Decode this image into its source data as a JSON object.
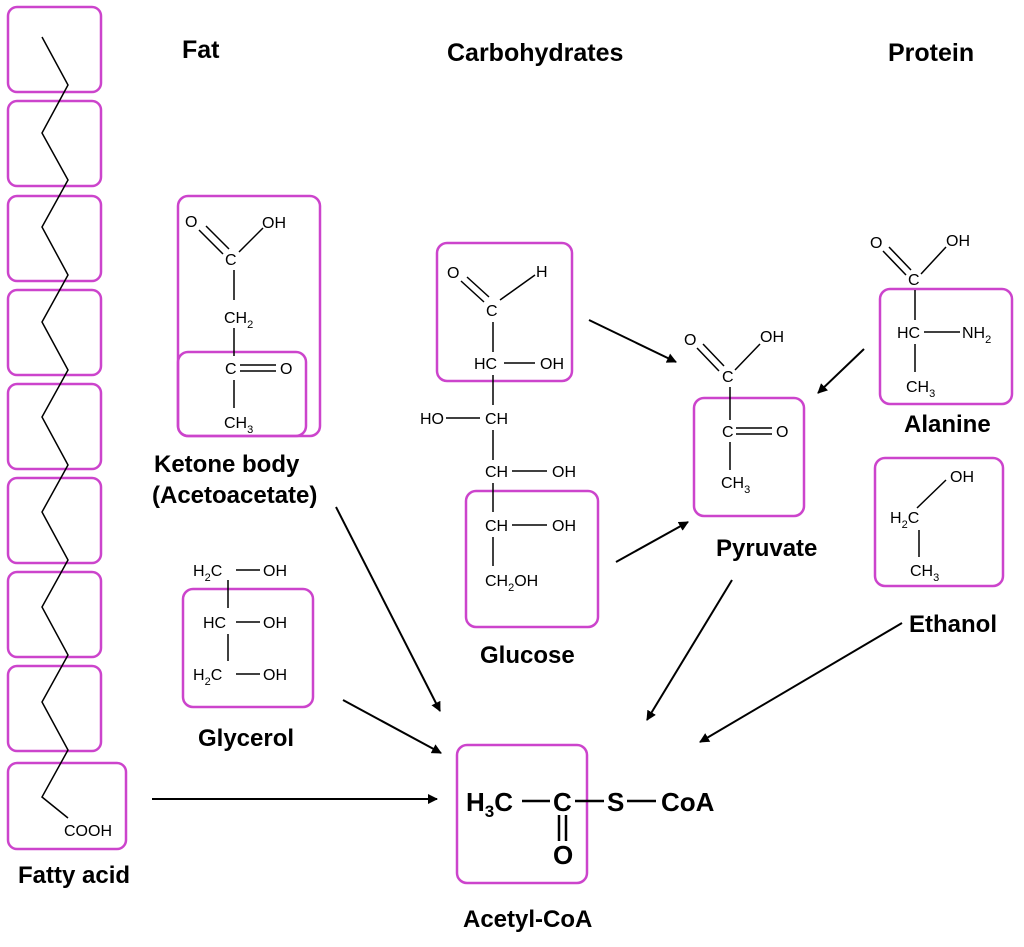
{
  "headings": {
    "fat": "Fat",
    "carbohydrates": "Carbohydrates",
    "protein": "Protein"
  },
  "labels": {
    "fatty_acid": "Fatty acid",
    "ketone_line1": "Ketone body",
    "ketone_line2": "(Acetoacetate)",
    "glycerol": "Glycerol",
    "glucose": "Glucose",
    "pyruvate": "Pyruvate",
    "alanine": "Alanine",
    "ethanol": "Ethanol",
    "acetyl_coa": "Acetyl-CoA"
  },
  "atoms": {
    "O": "O",
    "OH": "OH",
    "H": "H",
    "C": "C",
    "HC": "HC",
    "CH": "CH",
    "HO": "HO",
    "CH2": "CH",
    "CH3": "CH",
    "H2C": "H",
    "H2C_tail": "C",
    "CH2OH": "CH",
    "CH2OH_tail": "OH",
    "NH2": "NH",
    "sub2": "2",
    "sub3": "3",
    "COOH": "COOH",
    "H3C_H": "H",
    "H3C_C": "C",
    "S": "S",
    "CoA": "CoA"
  },
  "colors": {
    "box_border": "#cc44cc",
    "line": "#000000",
    "background": "#ffffff"
  }
}
